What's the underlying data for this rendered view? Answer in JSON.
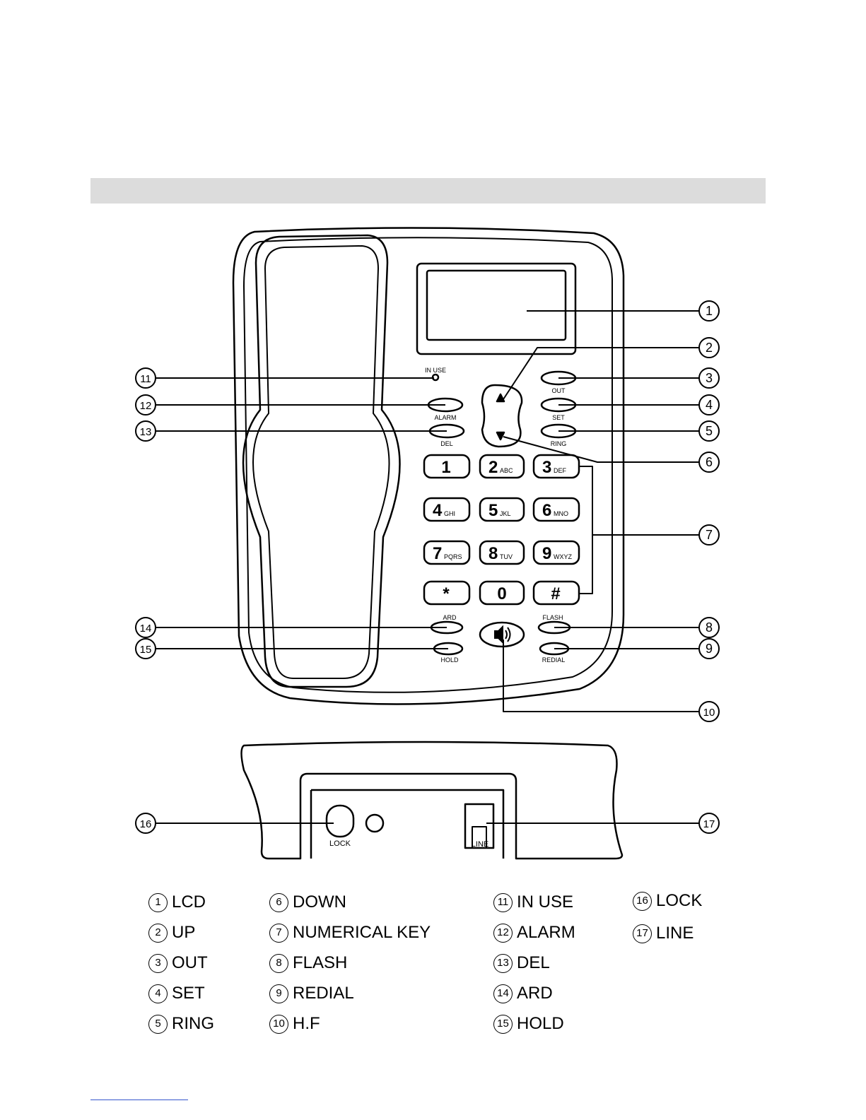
{
  "callouts": [
    "1",
    "2",
    "3",
    "4",
    "5",
    "6",
    "7",
    "8",
    "9",
    "10",
    "11",
    "12",
    "13",
    "14",
    "15",
    "16",
    "17"
  ],
  "phone_labels": {
    "in_use": "IN USE",
    "alarm": "ALARM",
    "del": "DEL",
    "out": "OUT",
    "set": "SET",
    "ring": "RING",
    "ard": "ARD",
    "hold": "HOLD",
    "flash": "FLASH",
    "redial": "REDIAL",
    "lock": "LOCK",
    "line": "LINE"
  },
  "keys": [
    {
      "digit": "1",
      "letters": ""
    },
    {
      "digit": "2",
      "letters": "ABC"
    },
    {
      "digit": "3",
      "letters": "DEF"
    },
    {
      "digit": "4",
      "letters": "GHI"
    },
    {
      "digit": "5",
      "letters": "JKL"
    },
    {
      "digit": "6",
      "letters": "MNO"
    },
    {
      "digit": "7",
      "letters": "PQRS"
    },
    {
      "digit": "8",
      "letters": "TUV"
    },
    {
      "digit": "9",
      "letters": "WXYZ"
    },
    {
      "digit": "*",
      "letters": ""
    },
    {
      "digit": "0",
      "letters": ""
    },
    {
      "digit": "#",
      "letters": ""
    }
  ],
  "legend": [
    {
      "num": "1",
      "label": "LCD"
    },
    {
      "num": "2",
      "label": "UP"
    },
    {
      "num": "3",
      "label": "OUT"
    },
    {
      "num": "4",
      "label": "SET"
    },
    {
      "num": "5",
      "label": "RING"
    },
    {
      "num": "6",
      "label": "DOWN"
    },
    {
      "num": "7",
      "label": "NUMERICAL KEY"
    },
    {
      "num": "8",
      "label": "FLASH"
    },
    {
      "num": "9",
      "label": "REDIAL"
    },
    {
      "num": "10",
      "label": "H.F"
    },
    {
      "num": "11",
      "label": "IN USE"
    },
    {
      "num": "12",
      "label": "ALARM"
    },
    {
      "num": "13",
      "label": "DEL"
    },
    {
      "num": "14",
      "label": "ARD"
    },
    {
      "num": "15",
      "label": "HOLD"
    },
    {
      "num": "16",
      "label": "LOCK"
    },
    {
      "num": "17",
      "label": "LINE"
    }
  ]
}
